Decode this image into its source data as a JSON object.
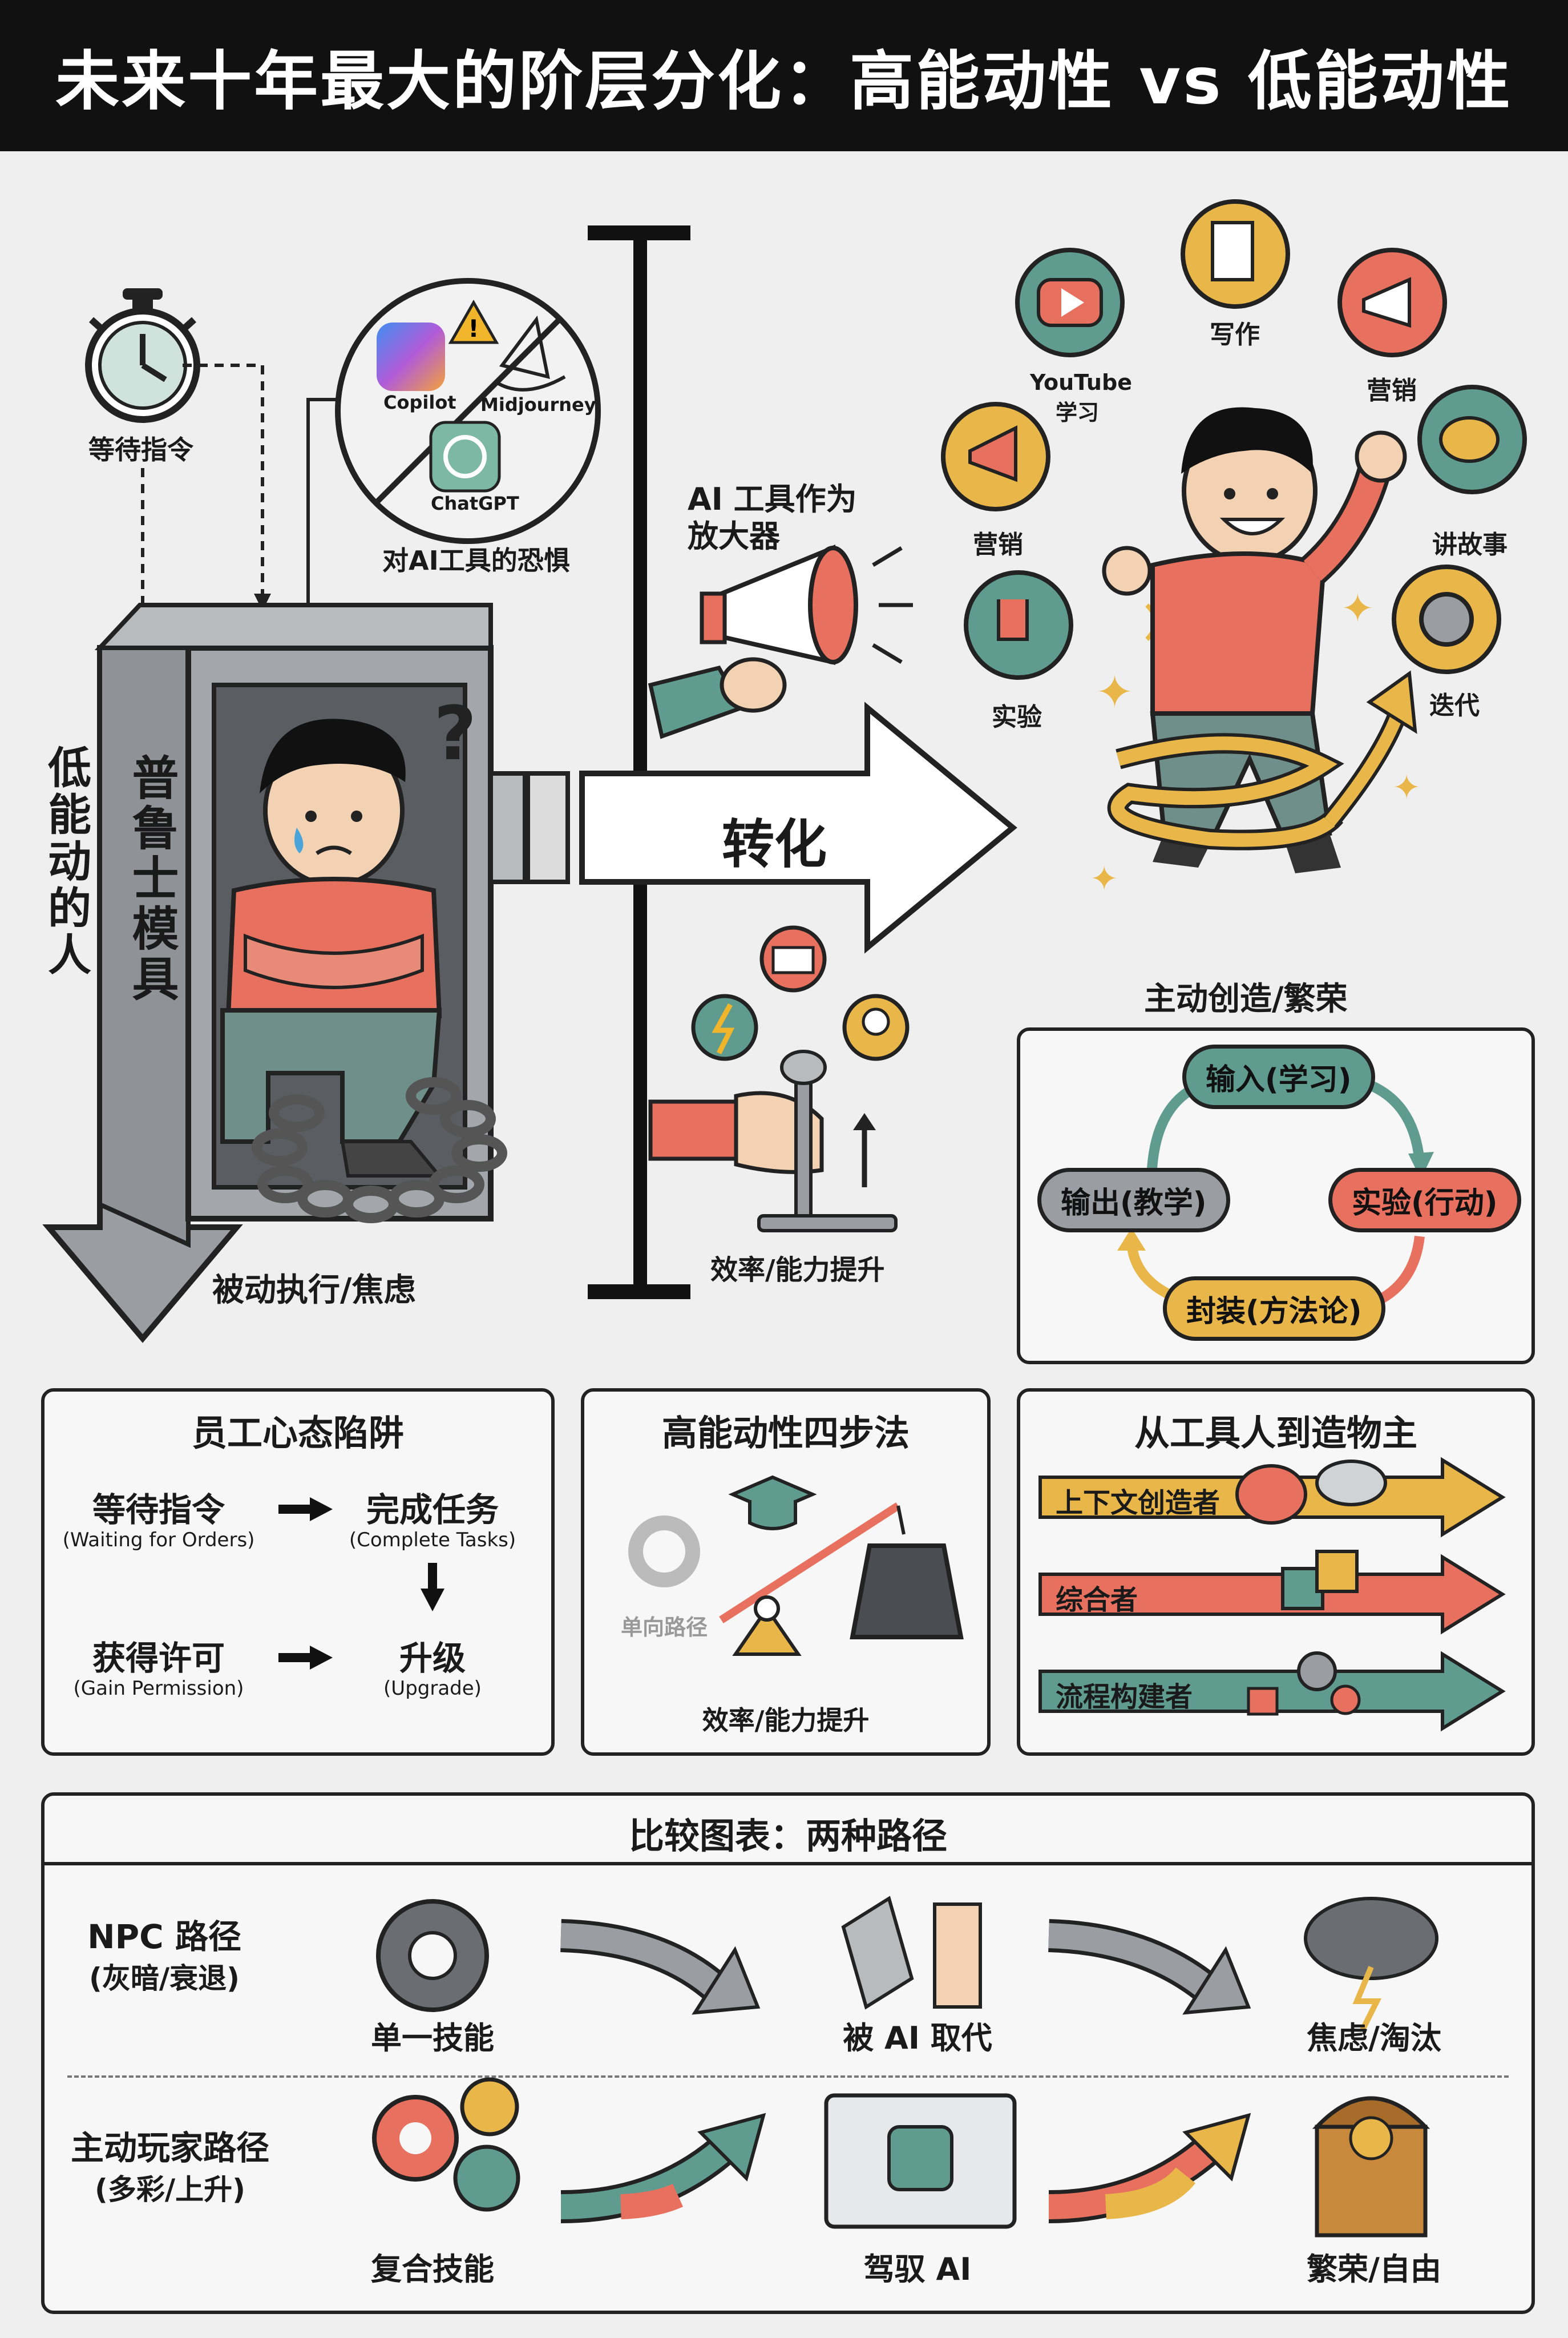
{
  "title": "未来十年最大的阶层分化：高能动性 vs 低能动性",
  "left": {
    "wait_label": "等待指令",
    "fear_label": "对AI工具的恐惧",
    "ai_logos": [
      "Copilot",
      "Midjourney",
      "ChatGPT"
    ],
    "vertical_low": "低能动的人",
    "vertical_mold": "普鲁士模具",
    "question_mark": "?",
    "bottom_label": "被动执行/焦虑"
  },
  "middle": {
    "amplifier_label_1": "AI 工具作为",
    "amplifier_label_2": "放大器",
    "transform_label": "转化",
    "efficiency_label": "效率/能力提升"
  },
  "right": {
    "skills": [
      "写作",
      "营销",
      "讲故事",
      "迭代",
      "实验",
      "营销"
    ],
    "youtube_1": "YouTube",
    "youtube_2": "学习",
    "bottom_label": "主动创造/繁荣",
    "cycle": [
      "输入(学习)",
      "实验(行动)",
      "封装(方法论)",
      "输出(教学)"
    ]
  },
  "trap_box": {
    "title": "员工心态陷阱",
    "items": [
      {
        "zh": "等待指令",
        "en": "(Waiting for Orders)"
      },
      {
        "zh": "完成任务",
        "en": "(Complete Tasks)"
      },
      {
        "zh": "获得许可",
        "en": "(Gain Permission)"
      },
      {
        "zh": "升级",
        "en": "(Upgrade)"
      }
    ]
  },
  "steps_box": {
    "title": "高能动性四步法",
    "gear_label": "单向路径",
    "bottom_label": "效率/能力提升"
  },
  "creator_box": {
    "title": "从工具人到造物主",
    "arrows": [
      "上下文创造者",
      "综合者",
      "流程构建者"
    ]
  },
  "compare": {
    "title": "比较图表：两种路径",
    "npc": {
      "title": "NPC 路径",
      "sub": "(灰暗/衰退)",
      "steps": [
        "单一技能",
        "被 AI 取代",
        "焦虑/淘汰"
      ]
    },
    "player": {
      "title": "主动玩家路径",
      "sub": "(多彩/上升)",
      "steps": [
        "复合技能",
        "驾驭 AI",
        "繁荣/自由"
      ]
    }
  },
  "colors": {
    "red": "#e8705e",
    "teal": "#5f9c8f",
    "gold": "#e9b64a",
    "gray": "#9a9ea3",
    "dark": "#222222"
  }
}
